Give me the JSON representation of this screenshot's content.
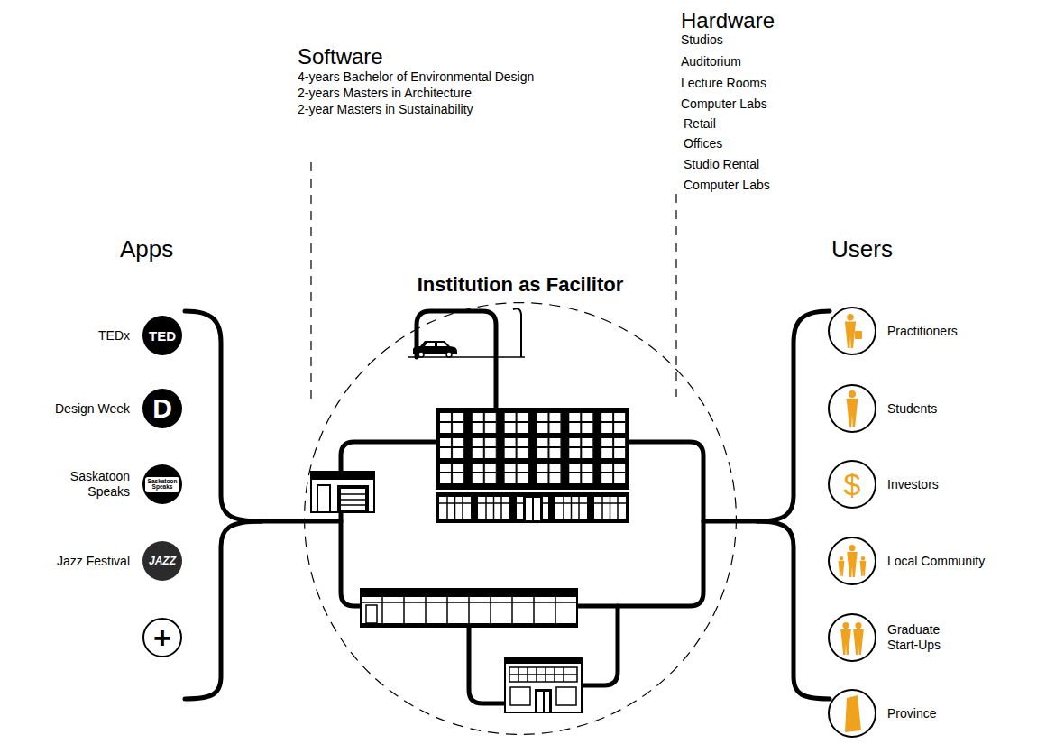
{
  "diagram": {
    "nodes": [
      {
        "text": [
          "TEDx",
          "TED"
        ]
      },
      {
        "text": [
          "Design Week",
          "D"
        ]
      },
      {
        "text": [
          "Saskatoon Speaks",
          "Saskatoon Speaks"
        ]
      },
      {
        "text": [
          "Jazz Festival",
          "JAZZ"
        ]
      },
      {
        "text": [
          "+"
        ]
      },
      {
        "text": [
          "Institution as Facilitor"
        ]
      },
      {
        "text": [
          "Practitioners"
        ]
      },
      {
        "text": [
          "Students"
        ]
      },
      {
        "text": [
          "Investors",
          "$"
        ]
      },
      {
        "text": [
          "Local Community"
        ]
      },
      {
        "text": [
          "Graduate Start-Ups"
        ]
      },
      {
        "text": [
          "Province"
        ]
      }
    ],
    "labels": [
      "Software",
      "4-years Bachelor of Environmental Design",
      "2-years Masters in Architecture",
      "2-year Masters in Sustainability",
      "Hardware",
      "Studios",
      "Auditorium",
      "Lecture Rooms",
      "Computer Labs",
      "Retail",
      "Offices",
      "Studio Rental",
      "Computer Labs",
      "Apps",
      "Users"
    ]
  }
}
